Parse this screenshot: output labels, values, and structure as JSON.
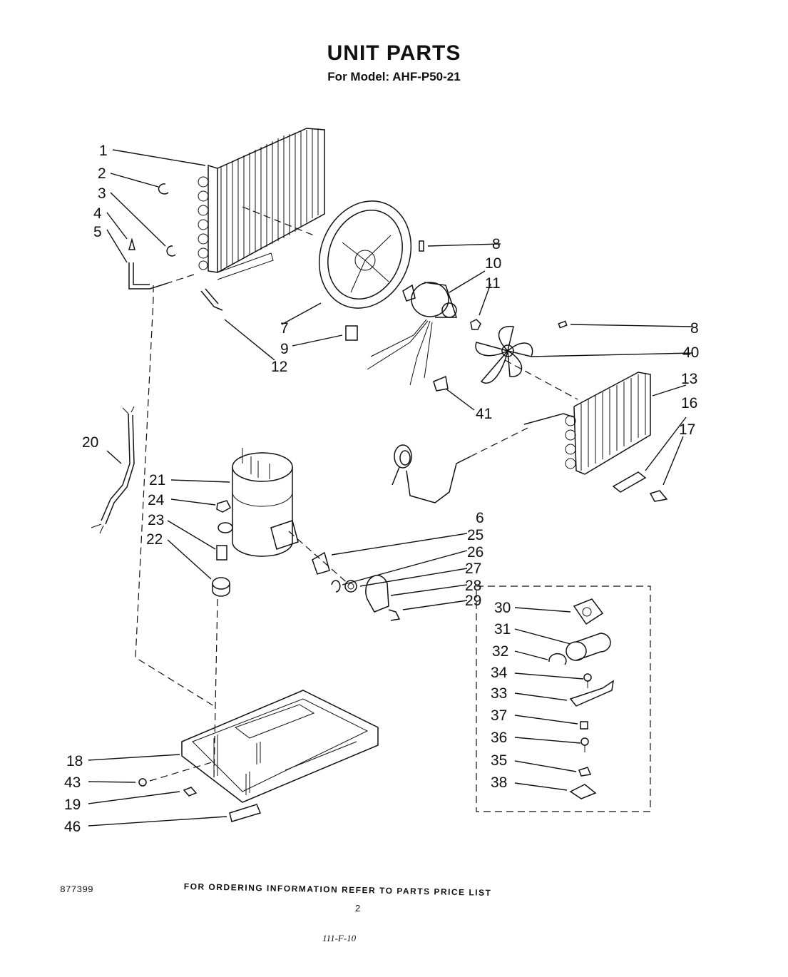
{
  "header": {
    "title": "UNIT PARTS",
    "subtitle": "For Model: AHF-P50-21"
  },
  "callouts": {
    "c1": "1",
    "c2": "2",
    "c3": "3",
    "c4": "4",
    "c5": "5",
    "c6": "6",
    "c7": "7",
    "c8a": "8",
    "c8b": "8",
    "c9": "9",
    "c10": "10",
    "c11": "11",
    "c12": "12",
    "c13": "13",
    "c16": "16",
    "c17": "17",
    "c18": "18",
    "c19": "19",
    "c20": "20",
    "c21": "21",
    "c22": "22",
    "c23": "23",
    "c24": "24",
    "c25": "25",
    "c26": "26",
    "c27": "27",
    "c28": "28",
    "c29": "29",
    "c30": "30",
    "c31": "31",
    "c32": "32",
    "c33": "33",
    "c34": "34",
    "c35": "35",
    "c36": "36",
    "c37": "37",
    "c38": "38",
    "c40": "40",
    "c41": "41",
    "c43": "43",
    "c46": "46"
  },
  "footer": {
    "ordering_note": "FOR ORDERING INFORMATION REFER TO PARTS PRICE LIST",
    "doc_id": "877399",
    "page_number": "2",
    "handwritten": "111-F-10"
  }
}
